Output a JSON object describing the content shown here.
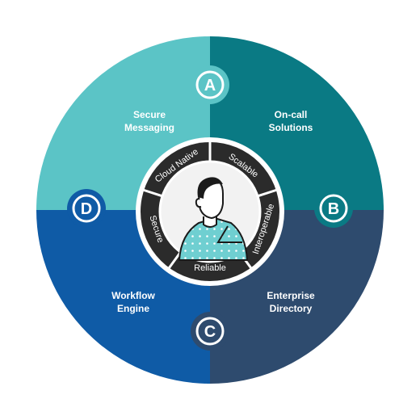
{
  "colors": {
    "a": "#5bc4c6",
    "b": "#0a7a84",
    "c": "#2e4b6e",
    "d": "#0f5ba6",
    "ring": "#2b2b2b",
    "center": "#f2f2f2",
    "gown": "#6fcfd1",
    "outline": "#1a1a1a"
  },
  "quadrants": [
    {
      "key": "a",
      "badge": "A",
      "label_line1": "Secure",
      "label_line2": "Messaging"
    },
    {
      "key": "b",
      "badge": "B",
      "label_line1": "On-call",
      "label_line2": "Solutions"
    },
    {
      "key": "c",
      "badge": "C",
      "label_line1": "Enterprise",
      "label_line2": "Directory"
    },
    {
      "key": "d",
      "badge": "D",
      "label_line1": "Workflow",
      "label_line2": "Engine"
    }
  ],
  "ring_segments": [
    {
      "label": "Cloud Native"
    },
    {
      "label": "Scalable"
    },
    {
      "label": "Interoperable"
    },
    {
      "label": "Reliable"
    },
    {
      "label": "Secure"
    }
  ],
  "center": {
    "icon": "person-in-gown-icon"
  }
}
